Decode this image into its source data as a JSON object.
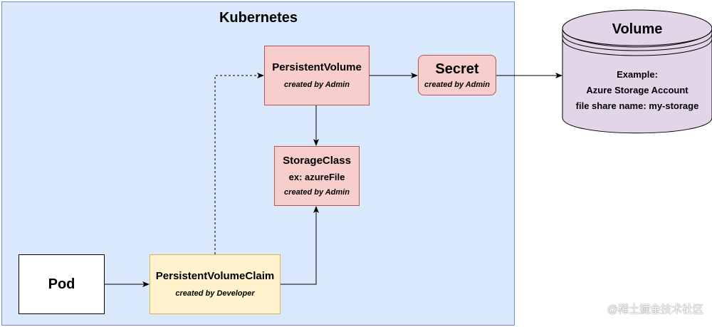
{
  "cluster": {
    "title": "Kubernetes"
  },
  "nodes": {
    "persistent_volume": {
      "title": "PersistentVolume",
      "note": "created by Admin"
    },
    "secret": {
      "title": "Secret",
      "note": "created by Admin"
    },
    "storage_class": {
      "title": "StorageClass",
      "detail": "ex: azureFile",
      "note": "created by Admin"
    },
    "pod": {
      "title": "Pod"
    },
    "persistent_volume_claim": {
      "title": "PersistentVolumeClaim",
      "note": "created by Developer"
    }
  },
  "volume": {
    "title": "Volume",
    "lines": [
      "Example:",
      "Azure Storage Account",
      "file share name: my-storage"
    ]
  },
  "watermark": "@稀土掘金技术社区",
  "colors": {
    "cluster_fill": "#dae8fc",
    "cluster_border": "#6c8ebf",
    "admin_node_fill": "#f8cecc",
    "admin_node_border": "#b85450",
    "developer_node_fill": "#fff2cc",
    "developer_node_border": "#d6b656",
    "volume_fill": "#e1d5e7",
    "volume_border": "#000000"
  }
}
